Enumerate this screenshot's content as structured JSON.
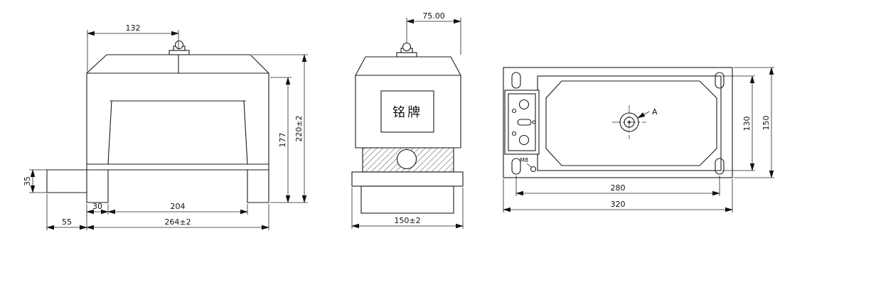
{
  "front_view": {
    "dims": {
      "top_width": "132",
      "body_height": "177",
      "total_height": "220±2",
      "foot_height": "35",
      "leg_width": "30",
      "window_width": "204",
      "foot_extension": "55",
      "total_width": "264±2"
    }
  },
  "side_view": {
    "dims": {
      "terminal_width": "75.00",
      "total_depth": "150±2"
    },
    "nameplate_text": "铭牌"
  },
  "top_view": {
    "dims": {
      "body_depth": "130",
      "base_depth": "150",
      "hole_spacing": "280",
      "base_width": "320"
    },
    "thread_label": "M8",
    "view_label": "A"
  },
  "colors": {
    "line": "#1a1a1a",
    "background": "#ffffff"
  }
}
